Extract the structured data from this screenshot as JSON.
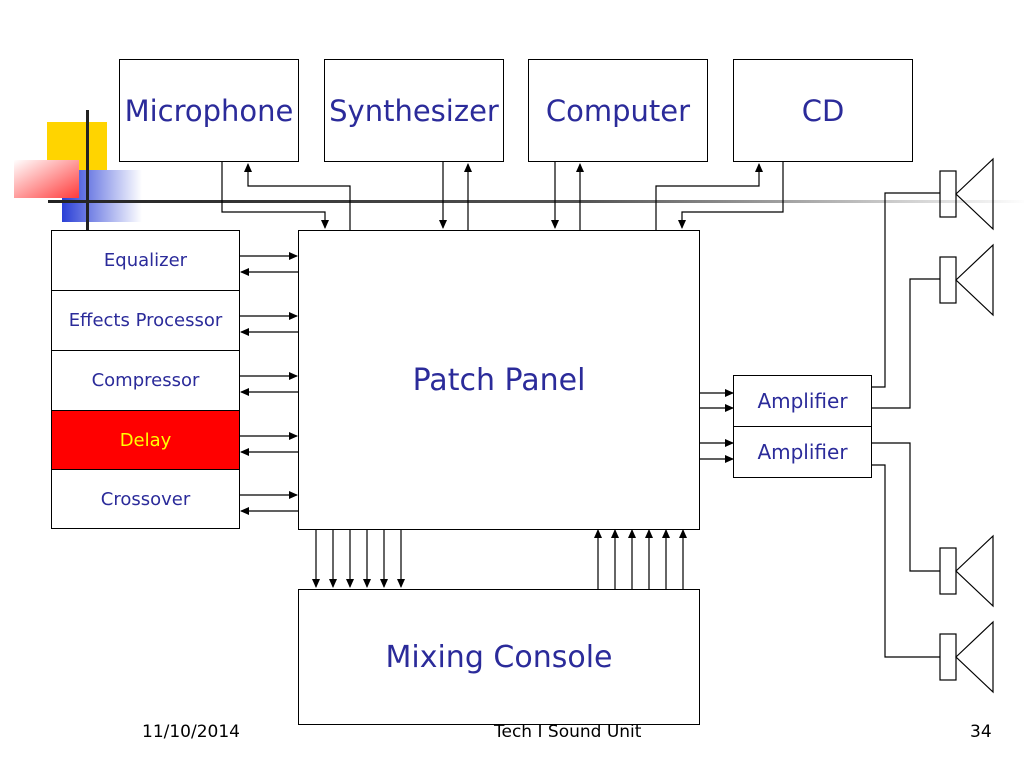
{
  "sources": {
    "microphone": "Microphone",
    "synthesizer": "Synthesizer",
    "computer": "Computer",
    "cd": "CD"
  },
  "processors": {
    "equalizer": "Equalizer",
    "effects_processor": "Effects Processor",
    "compressor": "Compressor",
    "delay": "Delay",
    "crossover": "Crossover"
  },
  "patch_panel": "Patch Panel",
  "mixing_console": "Mixing Console",
  "amplifiers": [
    "Amplifier",
    "Amplifier"
  ],
  "footer": {
    "date": "11/10/2014",
    "title": "Tech I Sound Unit",
    "page": "34"
  },
  "colors": {
    "text_blue": "#2b2b9a",
    "delay_fill": "#ff0000",
    "delay_text": "#ffff00",
    "accent_yellow": "#ffd400",
    "accent_red": "#ff3b3b",
    "accent_blue": "#2a3fd6"
  }
}
